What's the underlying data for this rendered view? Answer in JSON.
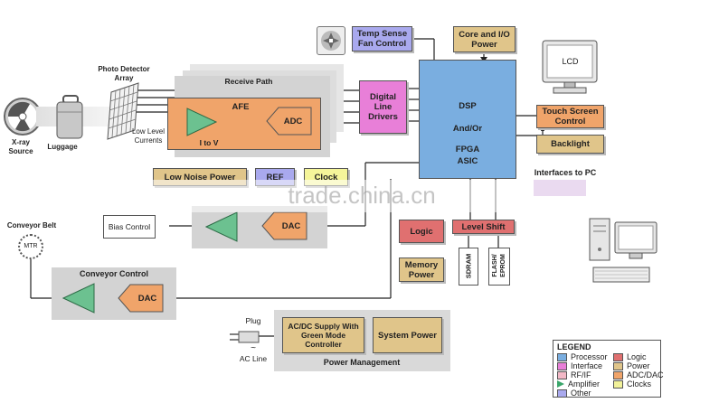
{
  "blocks": {
    "temp_sense": "Temp Sense Fan Control",
    "core_io": "Core and I/O Power",
    "lcd": "LCD",
    "touch": "Touch Screen Control",
    "backlight": "Backlight",
    "interfaces_pc": "Interfaces to PC",
    "receive_path": "Receive Path",
    "afe": "AFE",
    "i_to_v": "I to V",
    "adc": "ADC",
    "dld": "Digital Line Drivers",
    "dsp_line1": "DSP",
    "dsp_line2": "And/Or",
    "dsp_line3": "FPGA",
    "dsp_line4": "ASIC",
    "low_noise_power": "Low Noise Power",
    "ref": "REF",
    "clock": "Clock",
    "logic": "Logic",
    "level_shift": "Level Shift",
    "memory_power": "Memory Power",
    "sdram": "SDRAM",
    "flash": "FLASH/ EPROM",
    "bias_control": "Bias Control",
    "dac1": "DAC",
    "dac2": "DAC",
    "conveyor_control": "Conveyor Control",
    "conveyor_belt": "Conveyor Belt",
    "mtr": "MTR",
    "acdc": "AC/DC Supply With Green Mode Controller",
    "system_power": "System Power",
    "power_mgmt": "Power Management",
    "plug": "Plug",
    "ac_line": "AC Line",
    "xray": "X-ray Source",
    "luggage": "Luggage",
    "photo_detector": "Photo Detector Array",
    "low_level": "Low Level Currents",
    "watermark": "trade.china.cn"
  },
  "legend": {
    "title": "LEGEND",
    "items": [
      {
        "label": "Processor",
        "color": "#7aaee0"
      },
      {
        "label": "Logic",
        "color": "#e07070"
      },
      {
        "label": "Interface",
        "color": "#e87fd8"
      },
      {
        "label": "Power",
        "color": "#e0c58a"
      },
      {
        "label": "RF/IF",
        "color": "#f2b8c6"
      },
      {
        "label": "ADC/DAC",
        "color": "#f0a46a"
      },
      {
        "label": "Amplifier",
        "color": "#3aa66a"
      },
      {
        "label": "Clocks",
        "color": "#f2f29a"
      },
      {
        "label": "Other",
        "color": "#a9a9ee"
      }
    ]
  },
  "colors": {
    "processor": "#7aaee0",
    "logic": "#e07070",
    "interface": "#e87fd8",
    "power": "#e0c58a",
    "adcdac": "#f0a46a",
    "amplifier": "#6cc190",
    "clocks": "#f5f59a",
    "other": "#a9a9ee"
  }
}
